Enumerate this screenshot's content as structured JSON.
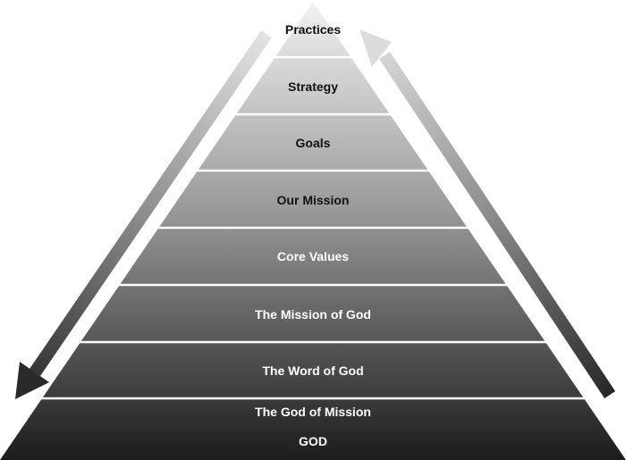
{
  "pyramid": {
    "tiers": [
      {
        "label": "Practices",
        "text_color": "#111111"
      },
      {
        "label": "Strategy",
        "text_color": "#111111"
      },
      {
        "label": "Goals",
        "text_color": "#111111"
      },
      {
        "label": "Our Mission",
        "text_color": "#111111"
      },
      {
        "label": "Core Values",
        "text_color": "#ffffff"
      },
      {
        "label": "The Mission of God",
        "text_color": "#ffffff"
      },
      {
        "label": "The Word of God",
        "text_color": "#ffffff"
      },
      {
        "label": "The God of Mission",
        "text_color": "#ffffff"
      },
      {
        "label": "GOD",
        "text_color": "#ffffff"
      }
    ],
    "colors": {
      "top": "#f2f2f2",
      "bottom": "#1c1c1c",
      "divider": "#ffffff"
    }
  },
  "arrows": {
    "left": {
      "direction": "down"
    },
    "right": {
      "direction": "up"
    }
  }
}
